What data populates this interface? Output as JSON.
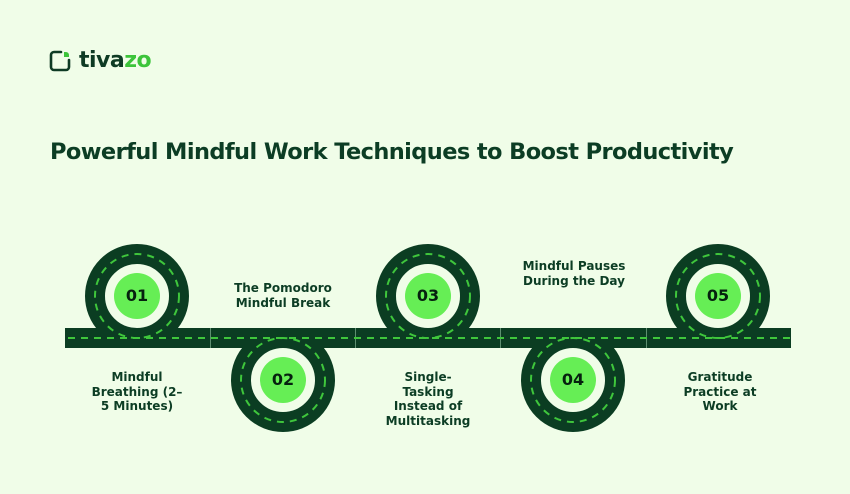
{
  "brand": {
    "name_part1": "tiva",
    "name_part2": "zo",
    "logo_icon": "rounded-square-with-notch-icon",
    "dark_color": "#0e3b24",
    "accent_color": "#3cc43a"
  },
  "title": "Powerful Mindful Work Techniques to Boost Productivity",
  "colors": {
    "background": "#f0fde8",
    "road": "#0b3d22",
    "dash": "#3fc63c",
    "badge": "#66ee55",
    "text": "#0c3d24"
  },
  "steps": [
    {
      "number": "01",
      "label": "Mindful Breathing (2–5 Minutes)",
      "position": "top"
    },
    {
      "number": "02",
      "label": "The Pomodoro Mindful Break",
      "position": "bottom"
    },
    {
      "number": "03",
      "label": "Single-Tasking Instead of Multitasking",
      "position": "top"
    },
    {
      "number": "04",
      "label": "Mindful Pauses During the Day",
      "position": "bottom"
    },
    {
      "number": "05",
      "label": "Gratitude Practice at Work",
      "position": "top"
    }
  ]
}
